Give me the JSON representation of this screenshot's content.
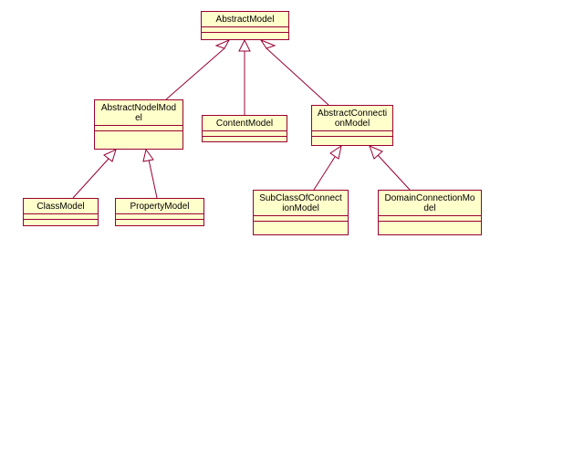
{
  "diagram": {
    "line_color": "#990033",
    "fill_color": "#ffffcc",
    "classes": [
      {
        "id": "abstract-model",
        "name": "AbstractModel"
      },
      {
        "id": "abstract-node-model",
        "name": "AbstractNodelMod\nel"
      },
      {
        "id": "content-model",
        "name": "ContentModel"
      },
      {
        "id": "abstract-connection-model",
        "name": "AbstractConnecti\nonModel"
      },
      {
        "id": "class-model",
        "name": "ClassModel"
      },
      {
        "id": "property-model",
        "name": "PropertyModel"
      },
      {
        "id": "subclassof-connection-model",
        "name": "SubClassOfConnect\nionModel"
      },
      {
        "id": "domain-connection-model",
        "name": "DomainConnectionMo\ndel"
      }
    ],
    "generalizations": [
      {
        "child": "abstract-node-model",
        "parent": "abstract-model"
      },
      {
        "child": "content-model",
        "parent": "abstract-model"
      },
      {
        "child": "abstract-connection-model",
        "parent": "abstract-model"
      },
      {
        "child": "class-model",
        "parent": "abstract-node-model"
      },
      {
        "child": "property-model",
        "parent": "abstract-node-model"
      },
      {
        "child": "subclassof-connection-model",
        "parent": "abstract-connection-model"
      },
      {
        "child": "domain-connection-model",
        "parent": "abstract-connection-model"
      }
    ]
  }
}
